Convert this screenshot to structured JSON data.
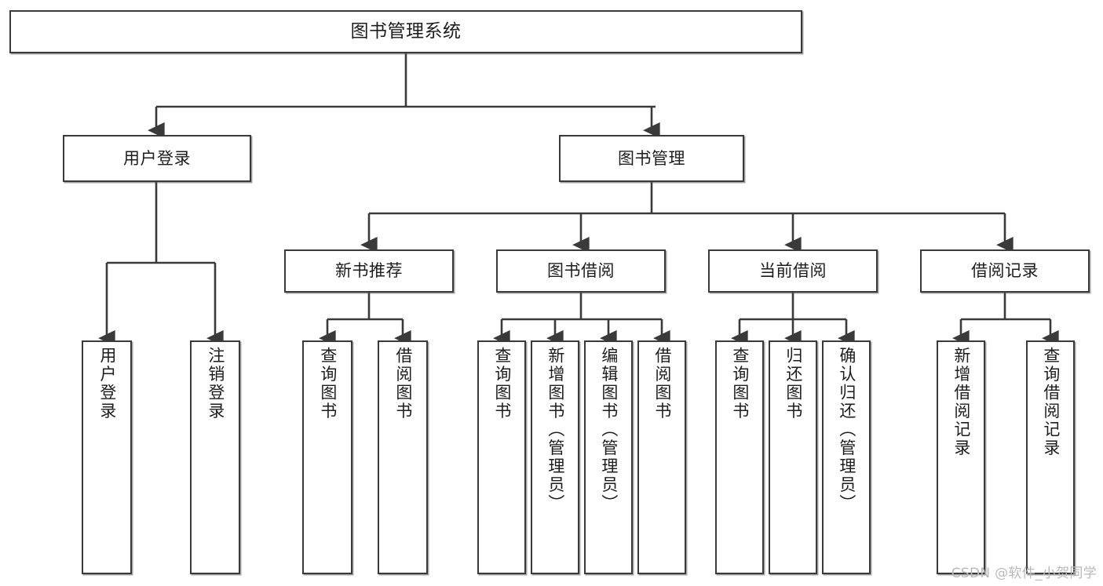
{
  "diagram": {
    "title": "图书管理系统",
    "type": "tree-hierarchy",
    "watermark": "CSDN @软件_小贺同学",
    "colors": {
      "stroke": "#3a3a3a",
      "fill": "#ffffff",
      "text": "#1d1d1d",
      "watermark": "#b9b9b9"
    },
    "root": {
      "id": "root",
      "label": "图书管理系统"
    },
    "level1": [
      {
        "id": "user-login",
        "label": "用户登录"
      },
      {
        "id": "book-manage",
        "label": "图书管理"
      }
    ],
    "level2": [
      {
        "id": "new-book-recommend",
        "label": "新书推荐",
        "parent": "book-manage"
      },
      {
        "id": "book-borrow",
        "label": "图书借阅",
        "parent": "book-manage"
      },
      {
        "id": "current-borrow",
        "label": "当前借阅",
        "parent": "book-manage"
      },
      {
        "id": "borrow-record",
        "label": "借阅记录",
        "parent": "book-manage"
      }
    ],
    "leaves": [
      {
        "id": "leaf-user-login",
        "label": "用户登录",
        "parent": "user-login"
      },
      {
        "id": "leaf-user-logout",
        "label": "注销登录",
        "parent": "user-login"
      },
      {
        "id": "leaf-query-book-1",
        "label": "查询图书",
        "parent": "new-book-recommend"
      },
      {
        "id": "leaf-borrow-book-1",
        "label": "借阅图书",
        "parent": "new-book-recommend"
      },
      {
        "id": "leaf-query-book-2",
        "label": "查询图书",
        "parent": "book-borrow"
      },
      {
        "id": "leaf-add-book",
        "label": "新增图书（管理员）",
        "parent": "book-borrow"
      },
      {
        "id": "leaf-edit-book",
        "label": "编辑图书（管理员）",
        "parent": "book-borrow"
      },
      {
        "id": "leaf-borrow-book-2",
        "label": "借阅图书",
        "parent": "book-borrow"
      },
      {
        "id": "leaf-query-book-3",
        "label": "查询图书",
        "parent": "current-borrow"
      },
      {
        "id": "leaf-return-book",
        "label": "归还图书",
        "parent": "current-borrow"
      },
      {
        "id": "leaf-confirm-return",
        "label": "确认归还（管理员）",
        "parent": "current-borrow"
      },
      {
        "id": "leaf-add-record",
        "label": "新增借阅记录",
        "parent": "borrow-record"
      },
      {
        "id": "leaf-query-record",
        "label": "查询借阅记录",
        "parent": "borrow-record"
      }
    ]
  }
}
